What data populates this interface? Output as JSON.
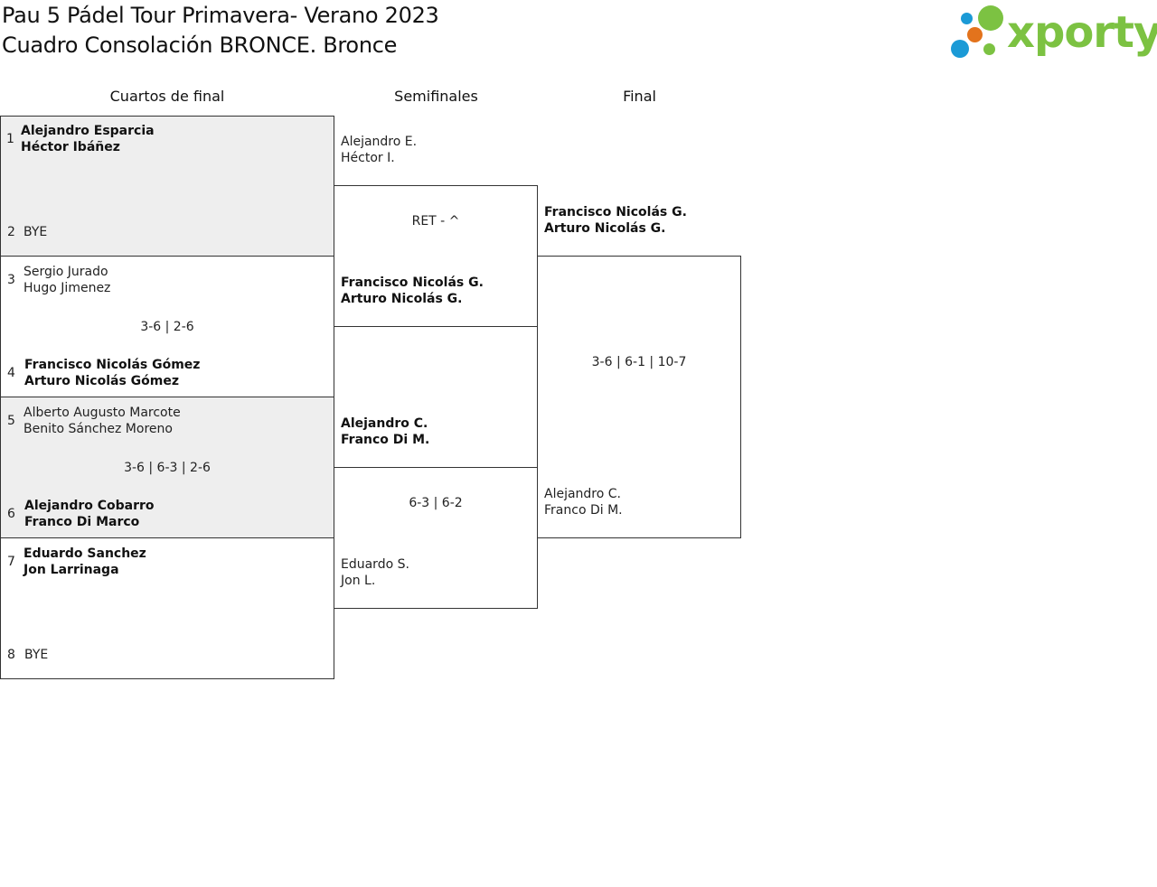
{
  "header": {
    "title_line1": "Pau 5 Pádel Tour Primavera- Verano 2023",
    "title_line2": "Cuadro Consolación BRONCE. Bronce",
    "logo_text": "xporty",
    "logo_colors": [
      "#1b9ad6",
      "#7cc242",
      "#e3731c"
    ]
  },
  "rounds": [
    "Cuartos de final",
    "Semifinales",
    "Final"
  ],
  "quarterfinals": [
    {
      "seed_a": "1",
      "a1": "Alejandro Esparcia",
      "a2": "Héctor Ibáñez",
      "seed_b": "2",
      "b1": "BYE",
      "b2": "",
      "score": "",
      "winner": "a"
    },
    {
      "seed_a": "3",
      "a1": "Sergio Jurado",
      "a2": "Hugo Jimenez",
      "seed_b": "4",
      "b1": "Francisco Nicolás Gómez",
      "b2": "Arturo Nicolás Gómez",
      "score": "3-6 | 2-6",
      "winner": "b"
    },
    {
      "seed_a": "5",
      "a1": "Alberto Augusto Marcote",
      "a2": "Benito Sánchez Moreno",
      "seed_b": "6",
      "b1": "Alejandro Cobarro",
      "b2": "Franco Di Marco",
      "score": "3-6 | 6-3 | 2-6",
      "winner": "b"
    },
    {
      "seed_a": "7",
      "a1": "Eduardo Sanchez",
      "a2": "Jon Larrinaga",
      "seed_b": "8",
      "b1": "BYE",
      "b2": "",
      "score": "",
      "winner": "a"
    }
  ],
  "semifinals": [
    {
      "a1": "Alejandro E.",
      "a2": "Héctor I.",
      "b1": "Francisco Nicolás G.",
      "b2": "Arturo Nicolás G.",
      "score": "RET - ^",
      "winner": "b"
    },
    {
      "a1": "Alejandro C.",
      "a2": "Franco Di M.",
      "b1": "Eduardo S.",
      "b2": "Jon L.",
      "score": "6-3 | 6-2",
      "winner": "a"
    }
  ],
  "final": {
    "a1": "Francisco Nicolás G.",
    "a2": "Arturo Nicolás G.",
    "b1": "Alejandro C.",
    "b2": "Franco Di M.",
    "score": "3-6 | 6-1 | 10-7",
    "winner": "a"
  }
}
